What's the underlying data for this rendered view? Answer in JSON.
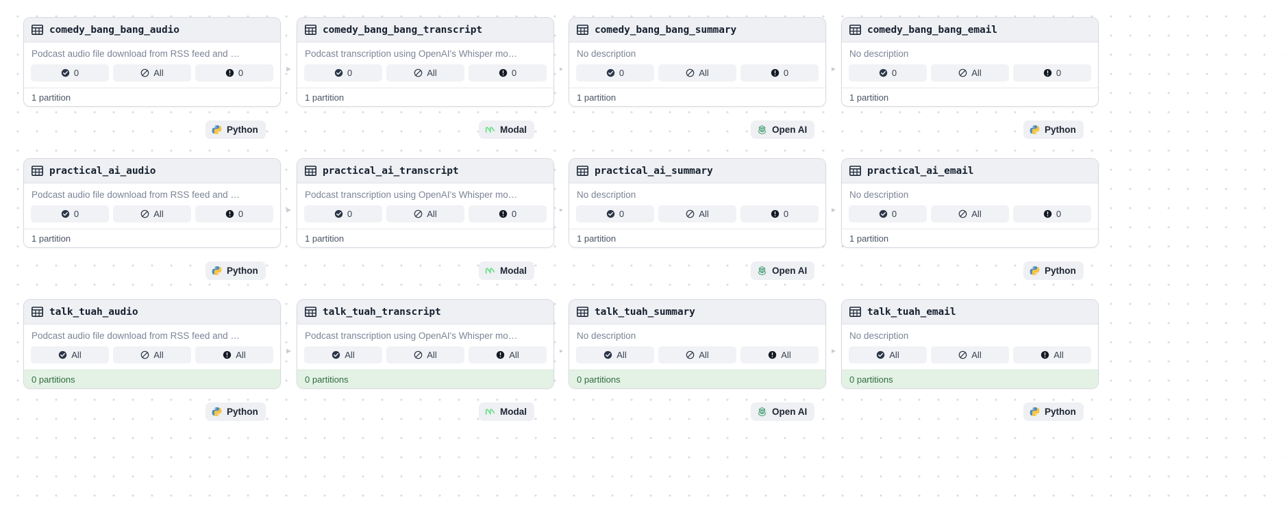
{
  "canvas": {
    "background_color": "#ffffff",
    "dot_color": "#dcdde3"
  },
  "descriptions": {
    "audio": "Podcast audio file download from RSS feed and …",
    "transcript": "Podcast transcription using OpenAI's Whisper mo…",
    "none": "No description"
  },
  "stat_labels": {
    "check": "check-circle-icon",
    "slash": "slash-circle-icon",
    "alert": "alert-circle-icon"
  },
  "tags": {
    "python": {
      "label": "Python",
      "icon": "python-icon"
    },
    "modal": {
      "label": "Modal",
      "icon": "modal-icon"
    },
    "openai": {
      "label": "Open AI",
      "icon": "openai-icon"
    }
  },
  "columns": [
    {
      "key": "audio",
      "tag": "python"
    },
    {
      "key": "transcript",
      "tag": "modal"
    },
    {
      "key": "summary",
      "tag": "openai"
    },
    {
      "key": "email",
      "tag": "python"
    }
  ],
  "rows": [
    {
      "id": "comedy_bang_bang",
      "cards": [
        {
          "title": "comedy_bang_bang_audio",
          "description": "Podcast audio file download from RSS feed and …",
          "stats": [
            "0",
            "All",
            "0"
          ],
          "partitions": "1 partition",
          "empty": false,
          "tag": {
            "label": "Python",
            "icon": "python-icon"
          }
        },
        {
          "title": "comedy_bang_bang_transcript",
          "description": "Podcast transcription using OpenAI's Whisper mo…",
          "stats": [
            "0",
            "All",
            "0"
          ],
          "partitions": "1 partition",
          "empty": false,
          "tag": {
            "label": "Modal",
            "icon": "modal-icon"
          }
        },
        {
          "title": "comedy_bang_bang_summary",
          "description": "No description",
          "stats": [
            "0",
            "All",
            "0"
          ],
          "partitions": "1 partition",
          "empty": false,
          "tag": {
            "label": "Open AI",
            "icon": "openai-icon"
          }
        },
        {
          "title": "comedy_bang_bang_email",
          "description": "No description",
          "stats": [
            "0",
            "All",
            "0"
          ],
          "partitions": "1 partition",
          "empty": false,
          "tag": {
            "label": "Python",
            "icon": "python-icon"
          }
        }
      ]
    },
    {
      "id": "practical_ai",
      "cards": [
        {
          "title": "practical_ai_audio",
          "description": "Podcast audio file download from RSS feed and …",
          "stats": [
            "0",
            "All",
            "0"
          ],
          "partitions": "1 partition",
          "empty": false,
          "tag": {
            "label": "Python",
            "icon": "python-icon"
          }
        },
        {
          "title": "practical_ai_transcript",
          "description": "Podcast transcription using OpenAI's Whisper mo…",
          "stats": [
            "0",
            "All",
            "0"
          ],
          "partitions": "1 partition",
          "empty": false,
          "tag": {
            "label": "Modal",
            "icon": "modal-icon"
          }
        },
        {
          "title": "practical_ai_summary",
          "description": "No description",
          "stats": [
            "0",
            "All",
            "0"
          ],
          "partitions": "1 partition",
          "empty": false,
          "tag": {
            "label": "Open AI",
            "icon": "openai-icon"
          }
        },
        {
          "title": "practical_ai_email",
          "description": "No description",
          "stats": [
            "0",
            "All",
            "0"
          ],
          "partitions": "1 partition",
          "empty": false,
          "tag": {
            "label": "Python",
            "icon": "python-icon"
          }
        }
      ]
    },
    {
      "id": "talk_tuah",
      "cards": [
        {
          "title": "talk_tuah_audio",
          "description": "Podcast audio file download from RSS feed and …",
          "stats": [
            "All",
            "All",
            "All"
          ],
          "partitions": "0 partitions",
          "empty": true,
          "tag": {
            "label": "Python",
            "icon": "python-icon"
          }
        },
        {
          "title": "talk_tuah_transcript",
          "description": "Podcast transcription using OpenAI's Whisper mo…",
          "stats": [
            "All",
            "All",
            "All"
          ],
          "partitions": "0 partitions",
          "empty": true,
          "tag": {
            "label": "Modal",
            "icon": "modal-icon"
          }
        },
        {
          "title": "talk_tuah_summary",
          "description": "No description",
          "stats": [
            "All",
            "All",
            "All"
          ],
          "partitions": "0 partitions",
          "empty": true,
          "tag": {
            "label": "Open AI",
            "icon": "openai-icon"
          }
        },
        {
          "title": "talk_tuah_email",
          "description": "No description",
          "stats": [
            "All",
            "All",
            "All"
          ],
          "partitions": "0 partitions",
          "empty": true,
          "tag": {
            "label": "Python",
            "icon": "python-icon"
          }
        }
      ]
    }
  ]
}
